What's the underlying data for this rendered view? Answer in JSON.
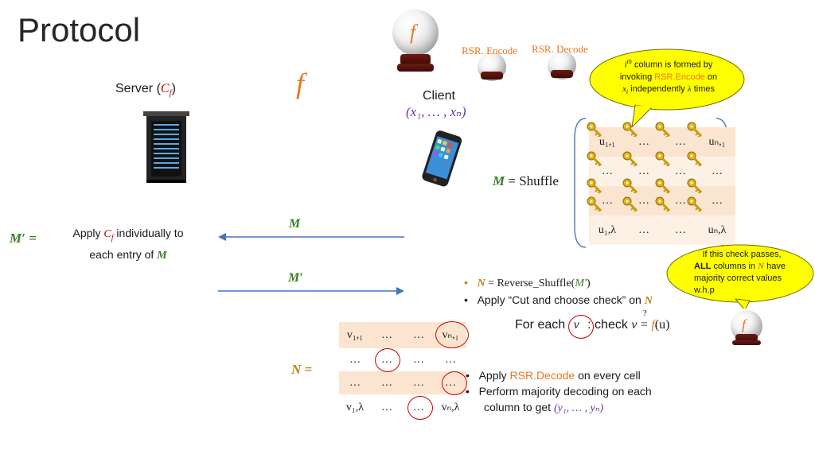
{
  "title": "Protocol",
  "server": {
    "label": "Server (",
    "cf": "C",
    "cf_sub": "f",
    "close": ")"
  },
  "f_symbol": "f",
  "client": {
    "label": "Client",
    "inputs": "(x₁, … , xₙ)"
  },
  "crystal_labels": {
    "encode": "RSR. Encode",
    "decode": "RSR. Decode"
  },
  "bubble_top": {
    "line1_a": "i",
    "line1_sup": "th",
    "line1_b": " column is formed by",
    "line2_a": "invoking ",
    "line2_b": "RSR.Encode",
    "line2_c": " on",
    "line3_a": "x",
    "line3_sub": "i",
    "line3_b": " independently ",
    "line3_c": "λ",
    "line3_d": " times"
  },
  "bubble_right": {
    "line1": "If this check passes,",
    "line2_a": "ALL",
    "line2_b": " columns in ",
    "line2_c": "N",
    "line2_d": " have",
    "line3": "majority correct values",
    "line4": "w.h.p"
  },
  "m_equals": {
    "M": "M",
    "eq": " = Shuffle"
  },
  "m_grid": [
    [
      "u₁,₁",
      "…",
      "…",
      "uₙ,₁"
    ],
    [
      "…",
      "…",
      "…",
      "…"
    ],
    [
      "…",
      "…",
      "…",
      "…"
    ],
    [
      "u₁,λ",
      "…",
      "…",
      "uₙ,λ"
    ]
  ],
  "mprime_label": "M′ =",
  "apply_text": {
    "a": "Apply ",
    "cf": "C",
    "cf_sub": "f",
    "b": " individually to",
    "c": "each entry of ",
    "M": "M"
  },
  "arrow_left_label": "M",
  "arrow_right_label": "M′",
  "bullets": {
    "b1_N": "N",
    "b1_eq": "  =  Reverse_Shuffle(",
    "b1_M": "M′",
    "b1_close": ")",
    "b2_a": "Apply “Cut and choose check” on ",
    "b2_N": "N"
  },
  "check": {
    "a": "For each ",
    "v": "v",
    "b": " : check ",
    "v2": "v",
    "eq": "=",
    "q": "?",
    "f": "f",
    "u": "(u)"
  },
  "n_label": "N =",
  "n_grid": [
    [
      "v₁,₁",
      "…",
      "…",
      "vₙ,₁"
    ],
    [
      "…",
      "…",
      "…",
      "…"
    ],
    [
      "…",
      "…",
      "…",
      "…"
    ],
    [
      "v₁,λ",
      "…",
      "…",
      "vₙ,λ"
    ]
  ],
  "bottom_bullets": {
    "b1_a": "Apply ",
    "b1_b": "RSR.Decode",
    "b1_c": " on every cell",
    "b2": "Perform majority decoding on each",
    "b3_a": "column to get ",
    "b3_b": "(y₁, … , yₙ)"
  },
  "colors": {
    "orange": "#e87722",
    "purple": "#7030a0",
    "green": "#3a7d22",
    "gold": "#b8860b",
    "arrow": "#4472c4",
    "bubble": "#ffff00"
  }
}
